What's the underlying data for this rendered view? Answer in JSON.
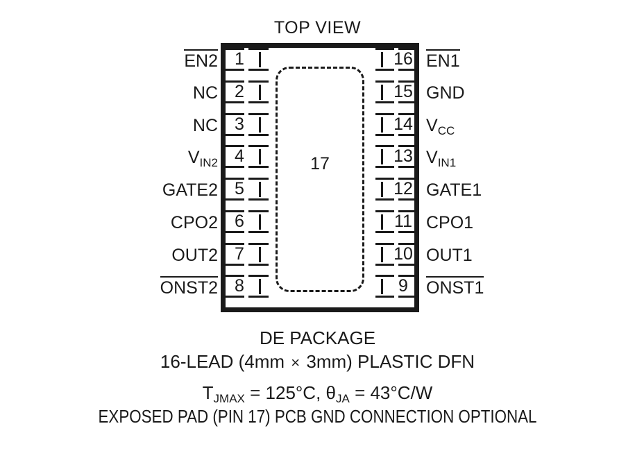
{
  "title": "TOP VIEW",
  "package": {
    "exposed_pad_number": "17",
    "name": "DE PACKAGE",
    "lead_description": "16-LEAD (4mm × 3mm) PLASTIC DFN",
    "thermal_tjmax_label": "T",
    "thermal_tjmax_sub": "JMAX",
    "thermal_tjmax_value": " = 125°C, ",
    "thermal_theta_label": "θ",
    "thermal_theta_sub": "JA",
    "thermal_theta_value": " = 43°C/W",
    "thermal_full": "TJMAX = 125°C, θJA = 43°C/W",
    "exposed_pad_note": "EXPOSED PAD (PIN 17) PCB GND CONNECTION OPTIONAL"
  },
  "pins_left": [
    {
      "number": "1",
      "name": "EN2",
      "overline": true,
      "base": "EN2",
      "sub": ""
    },
    {
      "number": "2",
      "name": "NC",
      "overline": false,
      "base": "NC",
      "sub": ""
    },
    {
      "number": "3",
      "name": "NC",
      "overline": false,
      "base": "NC",
      "sub": ""
    },
    {
      "number": "4",
      "name": "VIN2",
      "overline": false,
      "base": "V",
      "sub": "IN2"
    },
    {
      "number": "5",
      "name": "GATE2",
      "overline": false,
      "base": "GATE2",
      "sub": ""
    },
    {
      "number": "6",
      "name": "CPO2",
      "overline": false,
      "base": "CPO2",
      "sub": ""
    },
    {
      "number": "7",
      "name": "OUT2",
      "overline": false,
      "base": "OUT2",
      "sub": ""
    },
    {
      "number": "8",
      "name": "ONST2",
      "overline": true,
      "base": "ONST2",
      "sub": ""
    }
  ],
  "pins_right": [
    {
      "number": "16",
      "name": "EN1",
      "overline": true,
      "base": "EN1",
      "sub": ""
    },
    {
      "number": "15",
      "name": "GND",
      "overline": false,
      "base": "GND",
      "sub": ""
    },
    {
      "number": "14",
      "name": "VCC",
      "overline": false,
      "base": "V",
      "sub": "CC"
    },
    {
      "number": "13",
      "name": "VIN1",
      "overline": false,
      "base": "V",
      "sub": "IN1"
    },
    {
      "number": "12",
      "name": "GATE1",
      "overline": false,
      "base": "GATE1",
      "sub": ""
    },
    {
      "number": "11",
      "name": "CPO1",
      "overline": false,
      "base": "CPO1",
      "sub": ""
    },
    {
      "number": "10",
      "name": "OUT1",
      "overline": false,
      "base": "OUT1",
      "sub": ""
    },
    {
      "number": "9",
      "name": "ONST1",
      "overline": true,
      "base": "ONST1",
      "sub": ""
    }
  ]
}
